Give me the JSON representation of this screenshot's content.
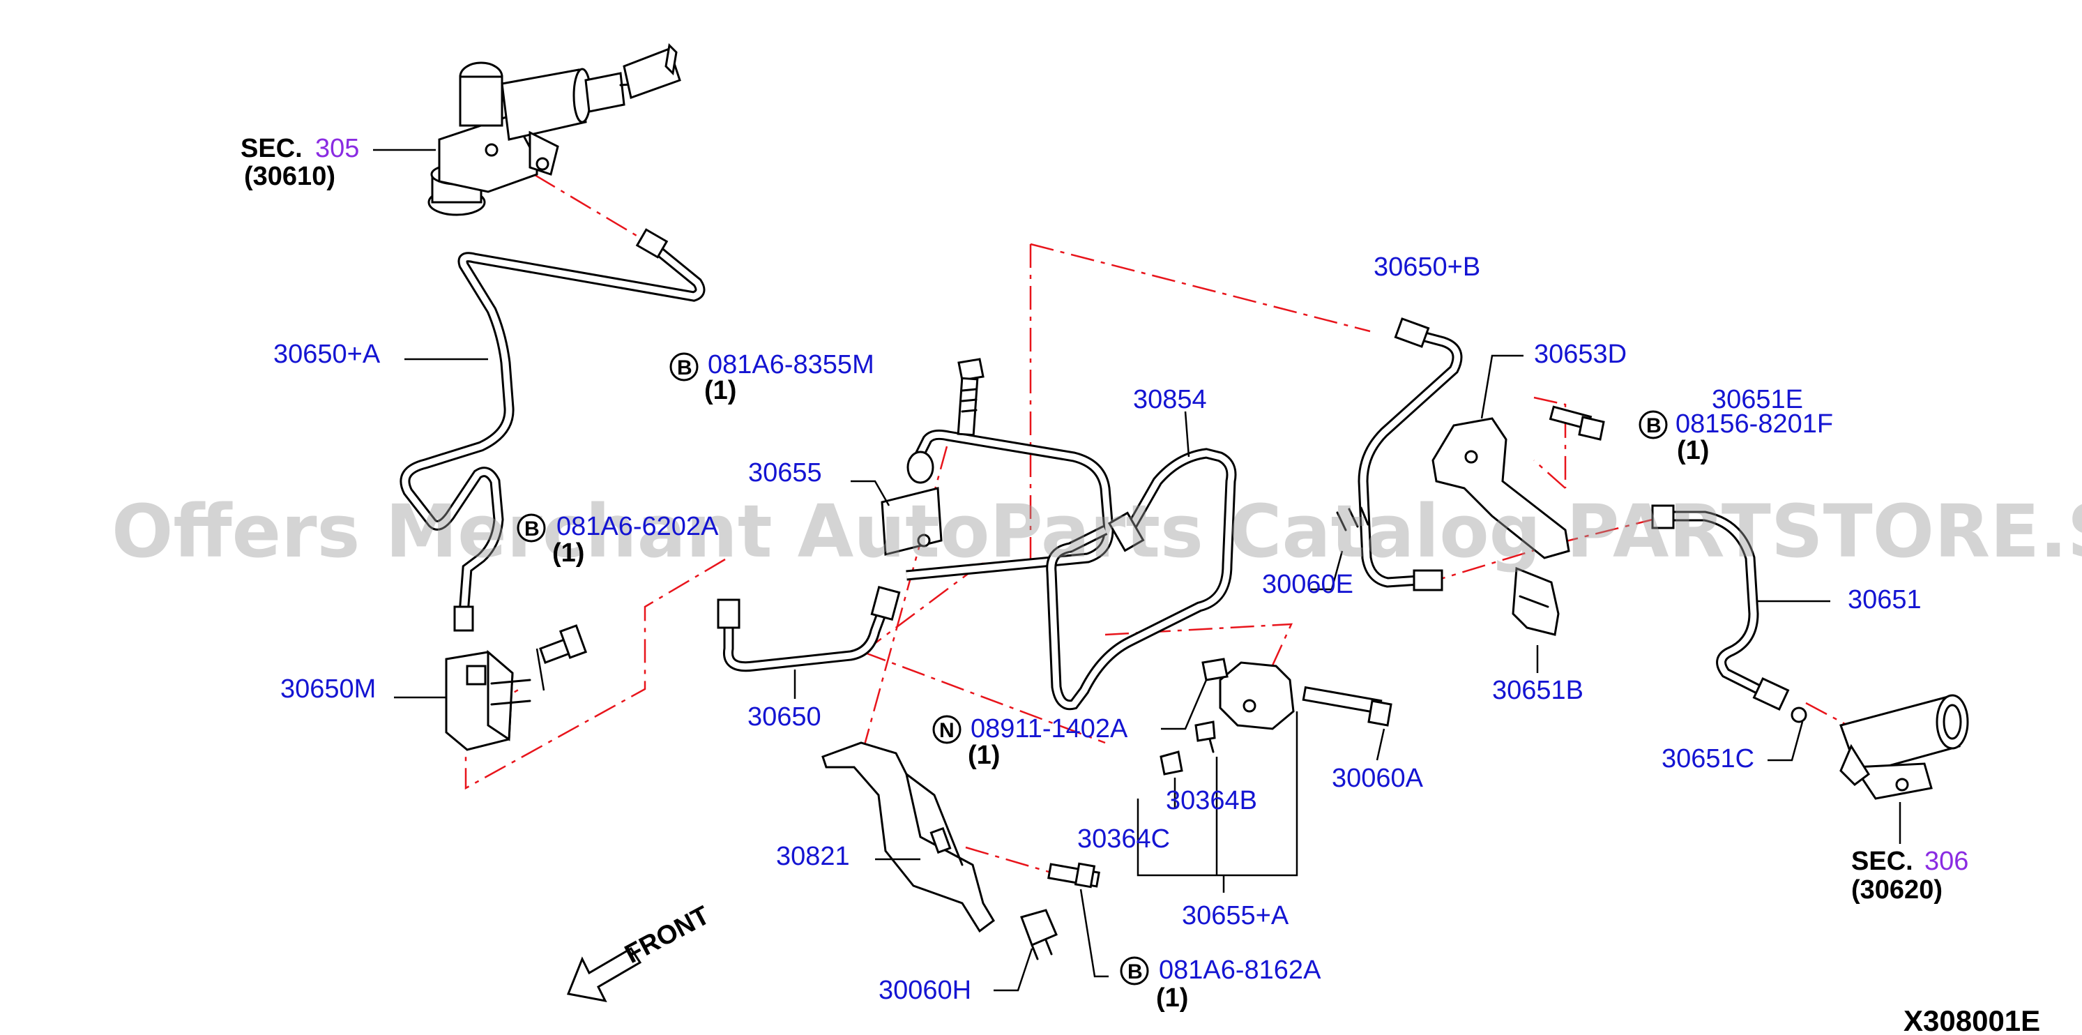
{
  "labels": {
    "sec305_prefix": "SEC.",
    "sec305_num": "305",
    "sec305_sub": "(30610)",
    "sec306_prefix": "SEC.",
    "sec306_num": "306",
    "sec306_sub": "(30620)",
    "p30650_plus_a": "30650+A",
    "p30650_plus_b": "30650+B",
    "p30650m": "30650M",
    "p30650": "30650",
    "p30655": "30655",
    "p30854": "30854",
    "p30653d": "30653D",
    "p30651e": "30651E",
    "p30651": "30651",
    "p30651b": "30651B",
    "p30651c": "30651C",
    "p30060e": "30060E",
    "p30060a": "30060A",
    "p30060h": "30060H",
    "p30364b": "30364B",
    "p30364c": "30364C",
    "p30655_plus_a": "30655+A",
    "p30821": "30821",
    "bolt_081a6_8355m": "081A6-8355M",
    "qty_8355m": "(1)",
    "bolt_08156_8201f": "08156-8201F",
    "qty_8201f": "(1)",
    "bolt_081a6_6202a": "081A6-6202A",
    "qty_6202a": "(1)",
    "nut_08911_1402a": "08911-1402A",
    "qty_1402a": "(1)",
    "bolt_081a6_8162a": "081A6-8162A",
    "qty_8162a": "(1)",
    "badge_b": "B",
    "badge_n": "N",
    "front": "FRONT",
    "diagram_code": "X308001E"
  },
  "watermark": "Offers Merchant AutoParts Catalog PARTSTORE.SA",
  "colors": {
    "part_number": "#1414d2",
    "section_ref": "#8a2be2",
    "dash_line": "#e8141b",
    "watermark": "#9a9a9a"
  }
}
